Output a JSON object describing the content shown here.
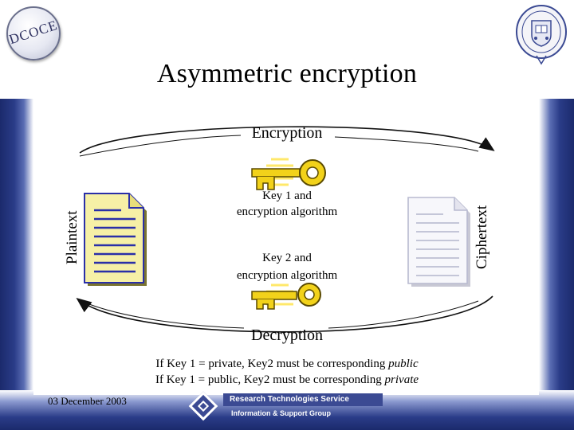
{
  "header": {
    "title": "Asymmetric encryption",
    "logo_left_text": "DCOCE"
  },
  "diagram": {
    "top_label": "Encryption",
    "bottom_label": "Decryption",
    "left_label": "Plaintext",
    "right_label": "Ciphertext",
    "key1_line1": "Key 1 and",
    "key1_line2": "encryption algorithm",
    "key2_line1": "Key 2 and",
    "key2_line2": "encryption algorithm",
    "key_color": "#f2d21a",
    "doc_color": "#f6f0a6",
    "ink_color": "#2a2fa8"
  },
  "notes": {
    "line1_prefix": "If Key 1 = private, Key2 must be corresponding ",
    "line1_emph": "public",
    "line2_prefix": "If Key 1 = public, Key2 must be corresponding ",
    "line2_emph": "private"
  },
  "footer": {
    "date": "03 December 2003",
    "org_top": "Research Technologies Service",
    "org_bottom": "Information & Support Group"
  }
}
